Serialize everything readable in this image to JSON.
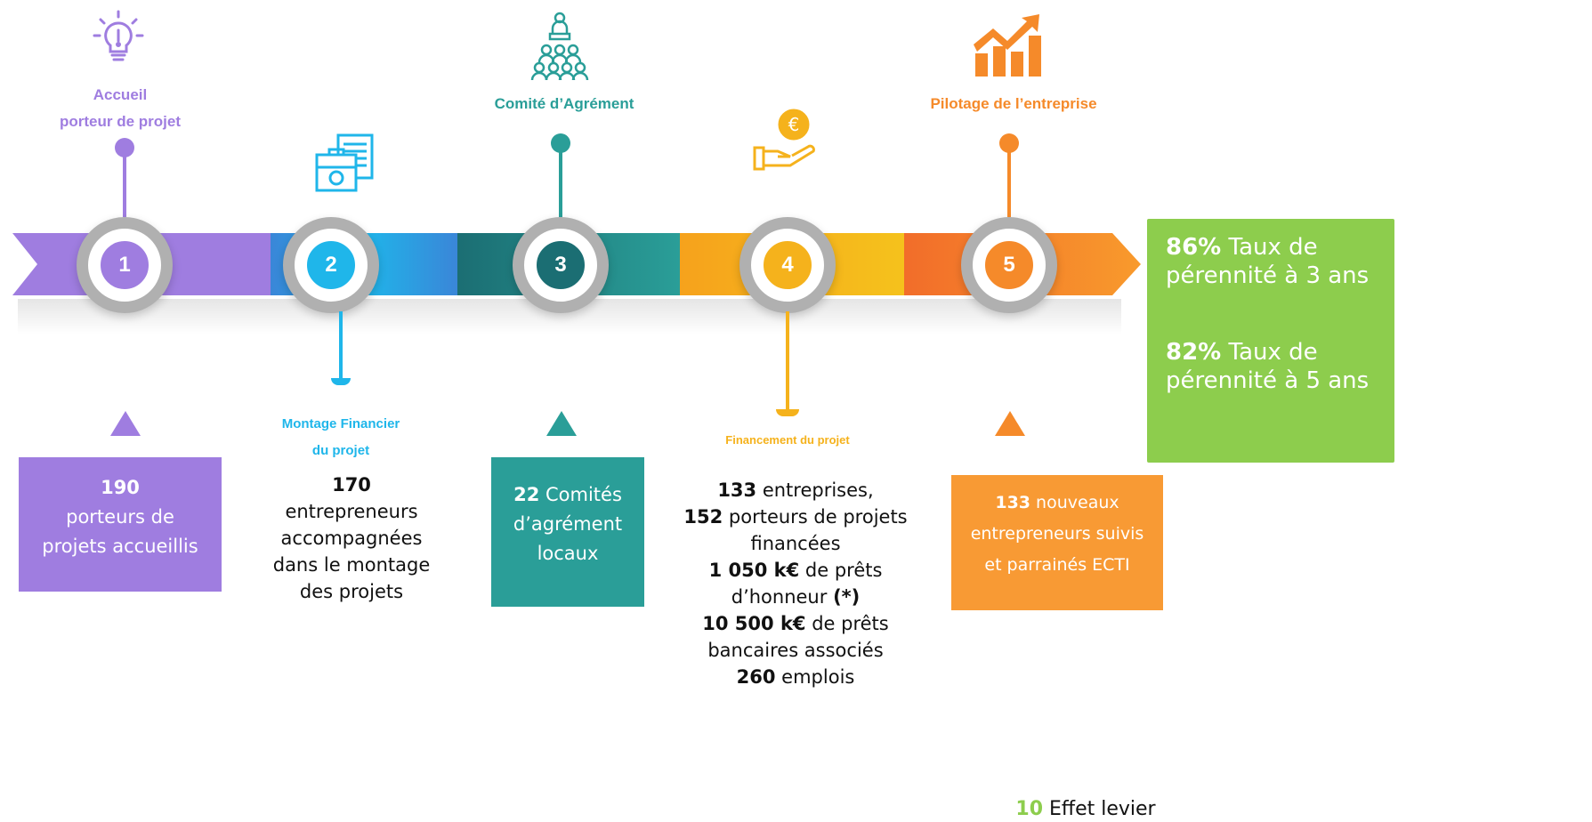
{
  "colors": {
    "purple": "#9f7de0",
    "blue": "#1fb6ea",
    "teal": "#2a9e98",
    "yellow": "#f5b21c",
    "orange": "#f58a2a",
    "green": "#8dcd4d"
  },
  "steps": [
    {
      "number": "1",
      "label": "Accueil\nporteur de projet",
      "icon": "lightbulb-icon"
    },
    {
      "number": "2",
      "label": "Montage Financier\ndu projet",
      "icon": "briefcase-documents-icon"
    },
    {
      "number": "3",
      "label": "Comité d’Agrément",
      "icon": "committee-people-icon"
    },
    {
      "number": "4",
      "label": "Financement du projet",
      "icon": "hand-euro-coin-icon"
    },
    {
      "number": "5",
      "label": "Pilotage de l’entreprise",
      "icon": "growth-chart-icon"
    }
  ],
  "stats": {
    "s1": {
      "num": "190",
      "text1": "porteurs de",
      "text2": "projets accueillis"
    },
    "s2": {
      "num": "170",
      "text1": "entrepreneurs",
      "text2": "accompagnées",
      "text3": "dans le montage",
      "text4": "des projets"
    },
    "s3": {
      "num": "22",
      "suffix": " Comités",
      "text1": "d’agrément",
      "text2": "locaux"
    },
    "s4": {
      "l1_num": "133",
      "l1_text": " entreprises,",
      "l2_num": "152",
      "l2_text": " porteurs de projets",
      "l3_text": "financées",
      "l4_num": "1 050 k€",
      "l4_text": " de prêts",
      "l5_text": "d’honneur ",
      "l5_note": "(*)",
      "l6_num": "10 500 k€",
      "l6_text": " de prêts",
      "l7_text": "bancaires associés",
      "l8_num": "260",
      "l8_text": " emplois"
    },
    "s5": {
      "num": "133",
      "suffix": " nouveaux",
      "text1": "entrepreneurs suivis",
      "text2": "et  parrainés  ECTI"
    },
    "green": {
      "p1_num": "86%",
      "p1_text": " Taux de",
      "p1_text2": "pérennité à 3 ans",
      "p2_num": "82%",
      "p2_text": " Taux de",
      "p2_text2": "pérennité à 5 ans"
    },
    "leverage": {
      "num": "10",
      "text": " Effet levier"
    }
  }
}
